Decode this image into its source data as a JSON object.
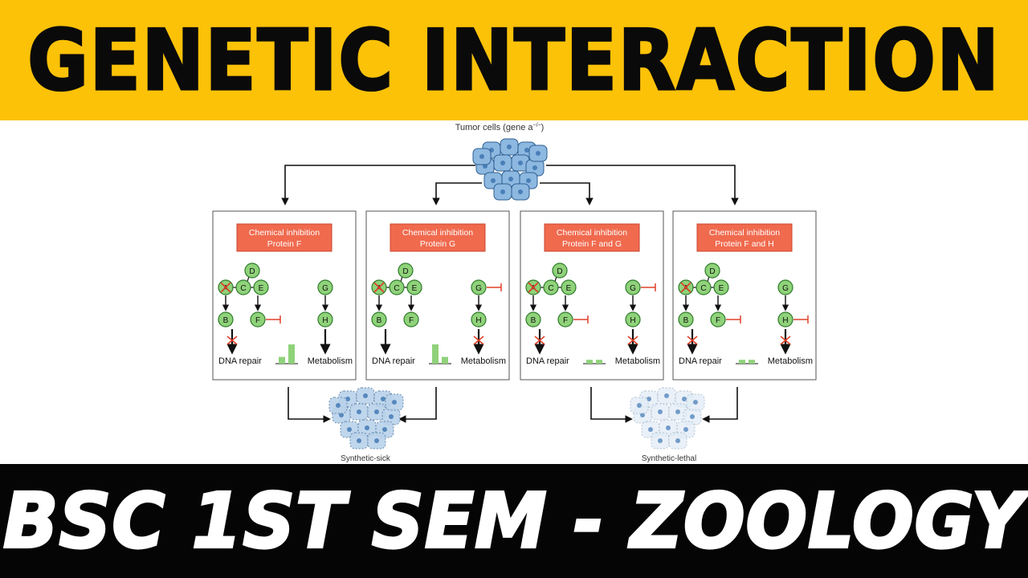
{
  "title": "GENETIC INTERACTION",
  "subtitle": "BSC 1ST SEM - ZOOLOGY",
  "colors": {
    "banner_yellow": "#fcc208",
    "banner_black": "#050505",
    "inhibition_box": "#f06a4e",
    "node_green": "#8fd27a",
    "cell_blue": "#8db8e0"
  },
  "diagram": {
    "top_label": "Tumor cells (gene a",
    "top_label_sup": "−/−",
    "top_label_end": ")",
    "panels": [
      {
        "box_line1": "Chemical inhibition",
        "box_line2": "Protein F",
        "left_bar": 0.35,
        "right_bar": 1.0,
        "label_left": "DNA repair",
        "label_right": "Metabolism",
        "inhibit_F": true,
        "inhibit_G": false,
        "inhibit_H": false
      },
      {
        "box_line1": "Chemical inhibition",
        "box_line2": "Protein G",
        "left_bar": 1.0,
        "right_bar": 0.35,
        "label_left": "DNA repair",
        "label_right": "Metabolism",
        "inhibit_F": false,
        "inhibit_G": true,
        "inhibit_H": false
      },
      {
        "box_line1": "Chemical inhibition",
        "box_line2": "Protein F and G",
        "left_bar": 0.2,
        "right_bar": 0.2,
        "label_left": "DNA repair",
        "label_right": "Metabolism",
        "inhibit_F": true,
        "inhibit_G": true,
        "inhibit_H": false
      },
      {
        "box_line1": "Chemical inhibition",
        "box_line2": "Protein F and H",
        "left_bar": 0.2,
        "right_bar": 0.2,
        "label_left": "DNA repair",
        "label_right": "Metabolism",
        "inhibit_F": true,
        "inhibit_G": false,
        "inhibit_H": true
      }
    ],
    "node_labels": {
      "A": "A",
      "B": "B",
      "C": "C",
      "D": "D",
      "E": "E",
      "F": "F",
      "G": "G",
      "H": "H"
    },
    "outcomes": [
      {
        "label": "Synthetic-sick"
      },
      {
        "label": "Synthetic-lethal"
      }
    ]
  }
}
